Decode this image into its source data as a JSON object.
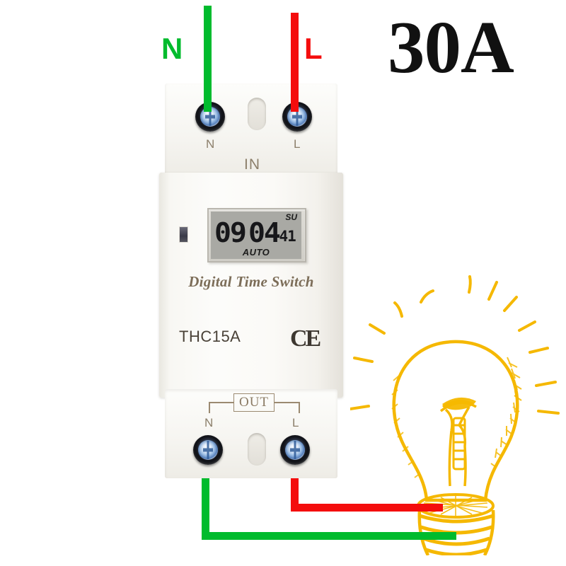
{
  "rating": {
    "text": "30A"
  },
  "wires": {
    "in_neutral_label": "N",
    "in_live_label": "L",
    "neutral_color": "#00bb2d",
    "live_color": "#f40d0d"
  },
  "device": {
    "brand_text": "Digital Time Switch",
    "model": "THC15A",
    "certification": "CE",
    "input": {
      "section_label": "IN",
      "neutral_label": "N",
      "live_label": "L"
    },
    "output": {
      "section_label": "OUT",
      "neutral_label": "N",
      "live_label": "L"
    },
    "display": {
      "day_indicator": "SU",
      "hours": "09",
      "minutes": "04",
      "seconds": "41",
      "mode_indicator": "AUTO",
      "background_color": "#a9a9a4"
    },
    "reset_button_name": "reset-button"
  },
  "load": {
    "name": "light-bulb",
    "color": "#f5b800"
  }
}
